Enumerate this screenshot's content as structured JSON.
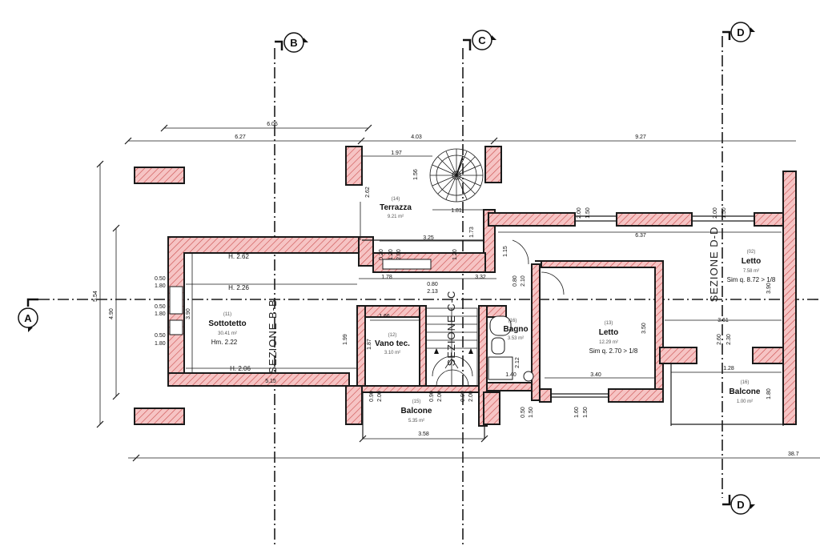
{
  "section_markers": {
    "b_top": "B",
    "c_top": "C",
    "d_top": "D",
    "d_bottom": "D",
    "a_left": "A"
  },
  "section_labels": {
    "b": "SEZIONE B-B",
    "c": "SEZIONE C-C",
    "d": "SEZIONE D-D"
  },
  "rooms": {
    "terrazza": {
      "name": "Terrazza",
      "code": "(14)",
      "area": "9.21 m²"
    },
    "sottotetto": {
      "name": "Sottotetto",
      "code": "(11)",
      "area": "30.41 m²",
      "extra": "Hm. 2.22"
    },
    "vano_tec": {
      "name": "Vano tec.",
      "code": "(12)",
      "area": "3.10 m²"
    },
    "balcone_mid": {
      "name": "Balcone",
      "code": "(15)",
      "area": "5.35 m²"
    },
    "bagno": {
      "name": "Bagno",
      "code": "(16)",
      "area": "3.53 m²"
    },
    "letto_mid": {
      "name": "Letto",
      "code": "(13)",
      "area": "12.29 m²",
      "extra": "Sim q. 2.70 > 1/8"
    },
    "letto_right": {
      "name": "Letto",
      "code": "(02)",
      "area": "7.58 m²",
      "extra": "Sim q. 8.72 > 1/8"
    },
    "balcone_right": {
      "name": "Balcone",
      "code": "(16)",
      "area": "1.00 m²"
    }
  },
  "heights": {
    "h1": "H. 2.62",
    "h2": "H. 2.26",
    "h3": "H. 2.06"
  },
  "dimensions": {
    "top_total": "6.06",
    "top_a": "6.27",
    "top_b": "4.03",
    "top_c": "9.27",
    "terr_w": "1.97",
    "terr_h": "1.56",
    "terr_side": "2.62",
    "terr_b": "1.81",
    "terr_c": "3.25",
    "terr_d": "1.73",
    "left_total": "5.54",
    "left_inner": "4.90",
    "left_a": "3.90",
    "w1a": "0.50",
    "w1b": "1.80",
    "w2a": "0.50",
    "w2b": "1.80",
    "w3a": "0.50",
    "w3b": "1.80",
    "sott_w": "5.15",
    "vano_h": "1.99",
    "vano_w": "1.66",
    "vano_b": "1.87",
    "r_a": "2.00",
    "r_b": "1.50",
    "r_c": "2.00",
    "r_d": "1.50",
    "r_w": "6.37",
    "r_e": "1.15",
    "r_f": "3.90",
    "r_g": "3.61",
    "r_h": "2.60",
    "r_i": "2.30",
    "r_j": "1.28",
    "r_k": "1.80",
    "l_h": "3.50",
    "l_w": "3.40",
    "mid_a": "1.78",
    "mid_b": "3.32",
    "mid_c": "0.80",
    "mid_d": "2.13",
    "mid_e": "0.80",
    "mid_f": "2.10",
    "mid_g": "1.20",
    "mid_h": "2.00",
    "mid_i": "0.20",
    "mid_j": "1.20",
    "bagno_a": "2.12",
    "bagno_b": "1.40",
    "bal_w": "3.58",
    "bal_a": "0.90",
    "bal_b": "2.00",
    "bal_c": "0.90",
    "bal_d": "2.00",
    "bal_e": "0.90",
    "bal_f": "2.00",
    "bal_g": "0.50",
    "bal_h": "1.50",
    "bal_i": "1.50",
    "bal_j": "1.60",
    "bottom_total": "38.7"
  },
  "colors": {
    "wall_fill": "#f6c4c4",
    "hatch": "#c94a4a",
    "line": "#1a1a1a"
  }
}
